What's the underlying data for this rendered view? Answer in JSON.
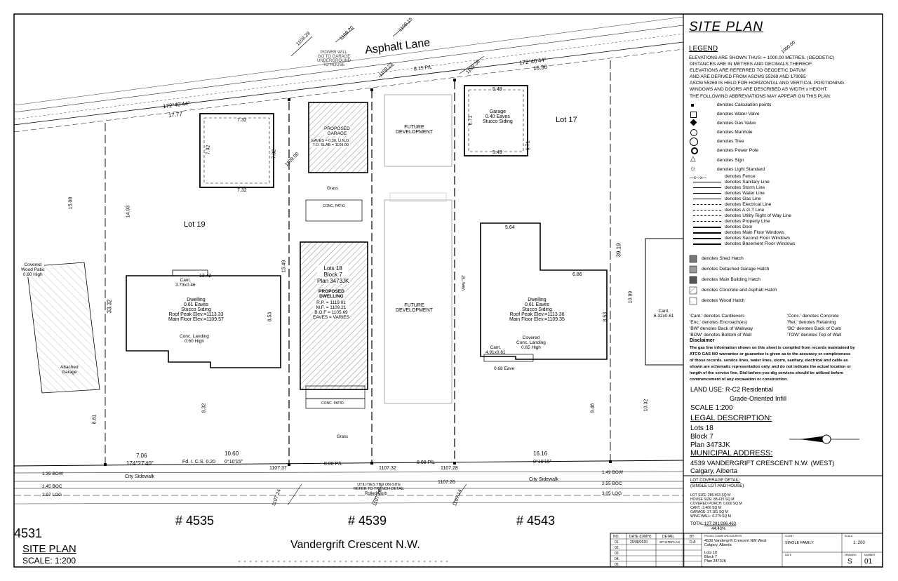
{
  "drawing": {
    "street_top": "Asphalt Lane",
    "street_bottom": "Vandergrift Crescent N.W.",
    "house_numbers": [
      "# 4535",
      "# 4539",
      "# 4543"
    ],
    "partial_number": "4531",
    "site_plan_title": "SITE PLAN",
    "scale_label": "SCALE:  1:200",
    "lot_left": "Lot 19",
    "lot_right": "Lot 17",
    "future_dev_top": "FUTURE\nDEVELOPMENT",
    "future_dev_mid": "FUTURE\nDEVELOPMENT",
    "power_note": "POWER WILL\nGO TO GARAGE\nUNDERGROUND\nTO HOUSE",
    "proposed_garage": "PROPOSED\nGARAGE",
    "garage_eaves": "EAVES = 0.30, U.N.O.\nT.O. SLAB = 1109.00",
    "lot18": "Lots 18\nBlock 7\nPlan 3473JK",
    "proposed_dwelling": "PROPOSED\nDWELLING",
    "dwelling_vals": "R.P. = 1119.01\nM.F. = 1109.21\nB.O.F = 1105.69\nEAVES = VARIES",
    "left_dwelling": "Dwelling\n0.61 Eaves\nStucco Siding\nRoof Peak Elev.=1113.33\nMain Floor Elev.=1109.57",
    "right_dwelling": "Dwelling\n0.61 Eaves\nStucco Siding\nRoof Peak Elev.=1113.36\nMain Floor Elev.=1109.35",
    "right_garage": "Garage\n0.40 Eaves\nStucco Siding",
    "left_garage_label": "Attached\nGarage",
    "covered_patio": "Covered\nWood Patio\n0.60 High",
    "conc_landing_left": "Conc. Landing\n0.60 High",
    "cant_left": "Cant.\n3.73x0.46",
    "covered_landing_right": "Covered\nConc. Landing\n0.65 High",
    "cant_right": "Cant.\n4.91x0.61",
    "cant_far_right": "Cant.\n6.32x0.61",
    "eave_right": "0.68 Eave",
    "grass": "Grass",
    "conc_patio": "CONC. PATIO",
    "city_sidewalk": "City Sidewalk",
    "utilities": "UTILITIES TBD ON-SITE\nREFER TO TRENCH DETAIL",
    "rolled_curb": "Rolled Curb",
    "fd_ics": "Fd. I. C.S. 0.20",
    "view_b": "View \"B\"",
    "bearing_top_left": "172°40'44\"",
    "bearing_top_right": "172°40'44\"",
    "bearing_bottom": "174°27'40\"",
    "dims": {
      "top_17_77": "17.77",
      "top_16_30": "16.30",
      "top_8_15": "8.15 P/L",
      "bottom_10_60": "10.60",
      "bottom_16_16": "16.16",
      "bottom_7_06": "7.06",
      "pl_8_08a": "8.08 P/L",
      "pl_8_08b": "8.08 P/L",
      "r_0_10_15a": "0°10'15\"",
      "r_0_10_15b": "0°10'15\"",
      "side_33_32": "33.32",
      "side_39_19": "39.19",
      "bow1": "1.35 BOW",
      "bow2": "1.49 BOW",
      "boc1": "2.45 BOC",
      "boc2": "2.55 BOC",
      "log1": "2.97 LOG",
      "log2": "3.05 LOG",
      "elev_top": [
        "1109.29",
        "1109.20",
        "1109.15",
        "1109.36",
        "1109.23",
        "1109.00"
      ],
      "elev_bottom": [
        "1107.37",
        "1107.28",
        "1107.24",
        "1107.16",
        "1107.14",
        "1107.26",
        "1107.32"
      ],
      "side_nums": [
        "7.32",
        "7.32",
        "7.32",
        "7.32",
        "6.71",
        "6.71",
        "5.49",
        "5.49",
        "13.42",
        "8.53",
        "8.53",
        "6.86",
        "5.64",
        "9.32",
        "9.46",
        "8.81",
        "15.08",
        "14.93",
        "15.49",
        "10.32",
        "10.99"
      ]
    }
  },
  "legend": {
    "title": "SITE PLAN",
    "legend_heading": "LEGEND",
    "elev_line": "ELEVATIONS ARE SHOWN THUS:      = 1000.00 METRES. (GEODETIC)",
    "elev_sample": "1000.00",
    "notes": [
      "DISTANCES ARE IN METRES AND DECIMALS THEREOF.",
      "ELEVATIONS ARE REFERRED TO GEODETIC DATUM",
      "AND ARE DERIVED FROM ASCMS 55269 AND 179085",
      "ASCM 55269 IS HELD FOR HORIZONTAL AND VERTICAL POSITIONING.",
      "WINDOWS AND DOORS ARE DESCRIBED AS WIDTH x HEIGHT.",
      "THE FOLLOWING ABBREVIATIONS MAY APPEAR ON THIS PLAN:"
    ],
    "symbols": [
      "denotes Calculation points",
      "denotes Water Valve",
      "denotes Gas Valve",
      "denotes Manhole",
      "denotes Tree",
      "denotes Power Pole",
      "denotes Sign",
      "denotes Light Standard",
      "denotes Fence",
      "denotes Sanitary Line",
      "denotes Storm Line",
      "denotes Water Line",
      "denotes Gas Line",
      "denotes Electrical Line",
      "denotes A.G.T Line",
      "denotes Utility Right of Way Line",
      "denotes Property Line",
      "denotes Door",
      "denotes Main Floor Windows",
      "denotes Second Floor Windows",
      "denotes Basement Floor Windows"
    ],
    "hatches": [
      "denotes Shed Hatch",
      "denotes Detached Garage Hatch",
      "denotes Main Building Hatch",
      "denotes Concrete and Asphalt Hatch",
      "denotes Wood Hatch"
    ],
    "abbr_left": [
      "'Cant.' denotes Cantilevers",
      "'Enc.' denotes Encroach(es)",
      "'BW' denotes Back of Walkway",
      "'BOW' denotes Bottom of Wall"
    ],
    "abbr_right": [
      "'Conc.' denotes Concrete",
      "'Ret.' denotes Retaining",
      "'BC' denotes Back of Curb",
      "'TOW' denotes Top of Wall"
    ],
    "disclaimer_heading": "Disclaimer",
    "disclaimer": [
      "The gas line information shown on this sheet is compiled from records maintained by",
      "ATCO GAS NO warrantee or guarantee is given as to the accuracy or completeness",
      "of those records. service lines, water lines, storm, sanitary, electrical and cable as",
      "shown are schematic representation only, and do not indicate the actual location or",
      "length of the service line. Dial-before-you-dig services should be utilized before",
      "commencement of any excavation or construction."
    ],
    "land_use": "LAND USE:  R-C2 Residential",
    "land_use2": "Grade-Oriented Infill",
    "scale": "SCALE   1:200",
    "legal_heading": "LEGAL DESCRIPTION:",
    "legal_lines": [
      "Lots 18",
      "Block 7",
      "Plan 3473JK"
    ],
    "municipal_heading": "MUNICIPAL ADDRESS:",
    "address1": "4539  VANDERGRIFT CRESCENT N.W. (WEST)",
    "address2": "Calgary, Alberta",
    "coverage_heading": "LOT COVERAGE DETAIL:",
    "coverage_sub": "(SINGLE LOT AND HOUSE)",
    "coverage_lines": [
      "LOT SIZE: 286.463 SQ M",
      "HOUSE SIZE: 88.415 SQ M",
      "COVERED PORCH: 0.000 SQ M",
      "CANT.: 3.406 SQ M",
      "GARAGE: 37.181 SQ M",
      "WING WALL: 0.279 SQ M"
    ],
    "coverage_total_label": "TOTAL:",
    "coverage_total": "127.281/286.463",
    "coverage_pct": "44.43%"
  },
  "title_block": {
    "headers": [
      "NO.",
      "DATE (D/M/Y)",
      "DETAIL",
      "BY"
    ],
    "row1": [
      "01.",
      "20/08/2020",
      "SP SITEPLAN",
      "D.A"
    ],
    "row_nums": [
      "02.",
      "03.",
      "04.",
      "05."
    ],
    "project_label": "PROJECT NAME AND ADDRESS",
    "project": "4539 Vandergrift Crescent NW West\nCalgary, Alberta",
    "project_lot": "Lots 18\nBlock 7\nPlan 3473JK",
    "client_label": "CLIENT",
    "client": "SINGLE FAMILY",
    "scale_label": "SCALE",
    "scale": "1: 200",
    "date_label": "DATE",
    "drawing_label": "DRAWING",
    "sheet_label": "NUMBER",
    "drawing": "S",
    "sheet": "01"
  }
}
